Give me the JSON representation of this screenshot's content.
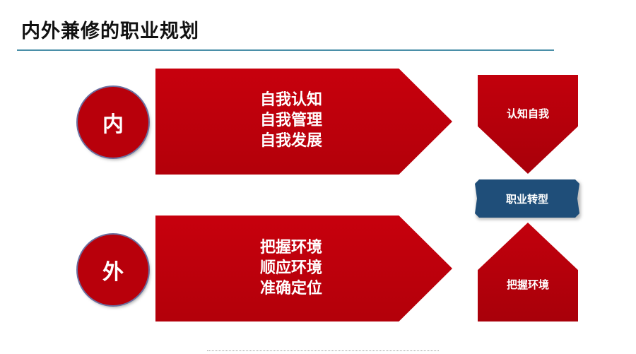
{
  "title": "内外兼修的职业规划",
  "inner": {
    "circle_label": "内",
    "arrow_lines": [
      "自我认知",
      "自我管理",
      "自我发展"
    ]
  },
  "outer": {
    "circle_label": "外",
    "arrow_lines": [
      "把握环境",
      "顺应环境",
      "准确定位"
    ]
  },
  "right": {
    "top_label": "认知自我",
    "center_label": "职业转型",
    "bottom_label": "把握环境"
  },
  "colors": {
    "red": "#b8000b",
    "navy": "#1f4e79",
    "rule": "#4a8fa8"
  }
}
